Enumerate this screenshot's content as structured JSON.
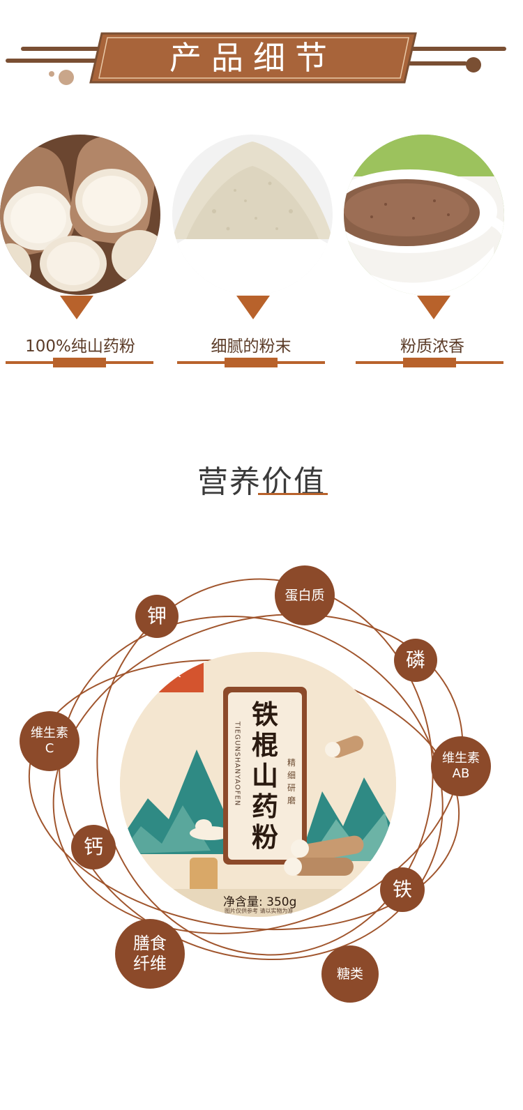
{
  "header": {
    "title": "产品细节"
  },
  "details": [
    {
      "caption": "100%纯山药粉"
    },
    {
      "caption": "细腻的粉末"
    },
    {
      "caption": "粉质浓香"
    }
  ],
  "nutrition": {
    "title": "营养价值",
    "package": {
      "brand": "膳农",
      "name_chars": [
        "铁",
        "棍",
        "山",
        "药",
        "粉"
      ],
      "pinyin": "TIEGUNSHANYAOFEN",
      "tagline_chars": [
        "精",
        "细",
        "研",
        "磨"
      ],
      "net_content": "净含量: 350g",
      "disclaimer": "图片仅供参考  请以实物为准"
    },
    "nutrients": [
      {
        "label": "蛋白质"
      },
      {
        "label": "钾"
      },
      {
        "label": "磷"
      },
      {
        "label": "维生素\nC"
      },
      {
        "label": "维生素\nAB"
      },
      {
        "label": "钙"
      },
      {
        "label": "铁"
      },
      {
        "label": "膳食\n纤维"
      },
      {
        "label": "糖类"
      }
    ]
  },
  "colors": {
    "accent": "#b8622b",
    "dark_brown": "#7a4f33",
    "circle_brown": "#8c4a2a",
    "text_brown": "#5b3b27",
    "package_teal": "#2f8a84"
  }
}
